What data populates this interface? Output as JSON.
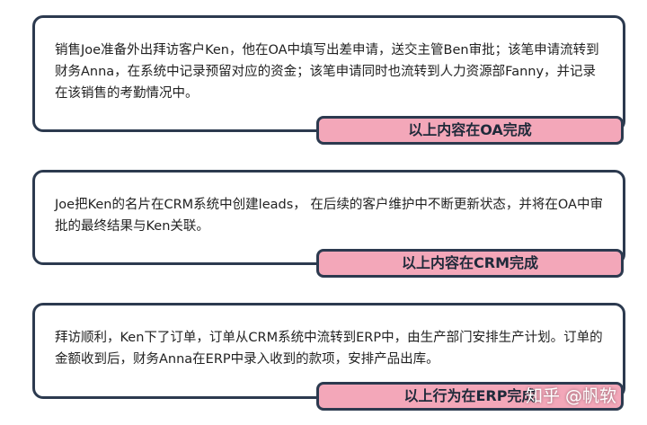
{
  "blocks": [
    {
      "text": "销售Joe准备外出拜访客户Ken，他在OA中填写出差申请，送交主管Ben审批；该笔申请流转到财务Anna，在系统中记录预留对应的资金；该笔申请同时也流转到人力资源部Fanny，并记录在该销售的考勤情况中。",
      "label": "以上内容在OA完成"
    },
    {
      "text": "Joe把Ken的名片在CRM系统中创建leads， 在后续的客户维护中不断更新状态，并将在OA中审批的最终结果与Ken关联。",
      "label": "以上内容在CRM完成"
    },
    {
      "text": "拜访顺利，Ken下了订单，订单从CRM系统中流转到ERP中，由生产部门安排生产计划。订单的金额收到后，财务Anna在ERP中录入收到的款项，安排产品出库。",
      "label": "以上行为在ERP完成"
    }
  ],
  "watermark": "知乎 @帆软",
  "colors": {
    "border": "#2c3a4f",
    "label_fill": "#f3a7b9",
    "text": "#222222"
  }
}
